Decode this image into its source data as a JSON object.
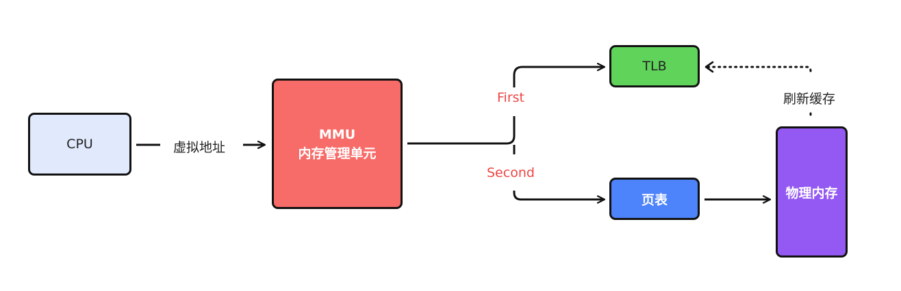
{
  "nodes": {
    "cpu": {
      "label": "CPU",
      "fill": "#e1e9fc"
    },
    "mmu": {
      "label": "MMU",
      "sublabel": "内存管理单元",
      "fill": "#f76b68"
    },
    "tlb": {
      "label": "TLB",
      "fill": "#5fd35a"
    },
    "page_table": {
      "label": "页表",
      "fill": "#4d83fb"
    },
    "memory": {
      "label": "物理内存",
      "fill": "#9459f2"
    }
  },
  "edges": {
    "cpu_to_mmu": {
      "label": "虚拟地址"
    },
    "mmu_to_tlb": {
      "label": "First",
      "color": "#ef4444"
    },
    "mmu_to_page_table": {
      "label": "Second",
      "color": "#ef4444"
    },
    "memory_to_tlb": {
      "label": "刷新缓存",
      "style": "dotted"
    }
  }
}
